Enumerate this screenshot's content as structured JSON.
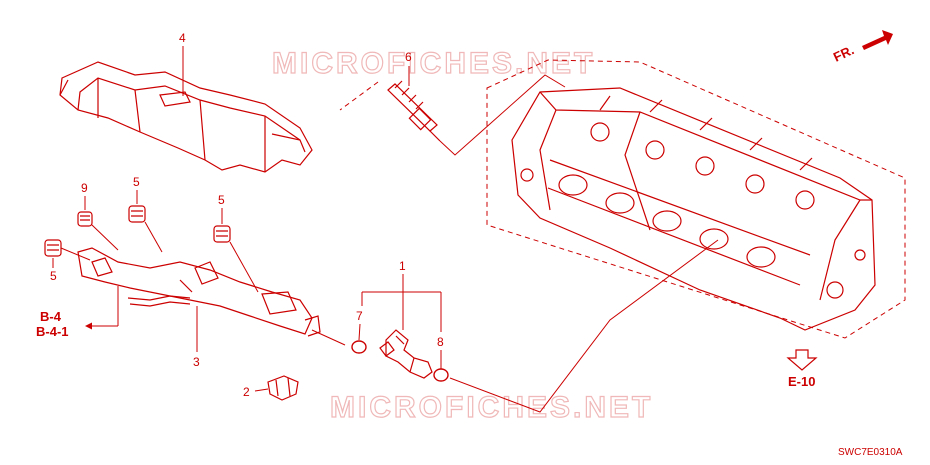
{
  "colors": {
    "line": "#cc0000",
    "watermark": "#f0b8b8",
    "background": "#ffffff"
  },
  "watermark": "MICROFICHES.NET",
  "direction_label": "FR.",
  "drawing_code": "SWC7E0310A",
  "callouts": {
    "p1": "1",
    "p2": "2",
    "p3": "3",
    "p4": "4",
    "p5a": "5",
    "p5b": "5",
    "p5c": "5",
    "p6": "6",
    "p7": "7",
    "p8": "8",
    "p9": "9"
  },
  "references": {
    "b4": "B-4",
    "b41": "B-4-1",
    "e10": "E-10"
  }
}
